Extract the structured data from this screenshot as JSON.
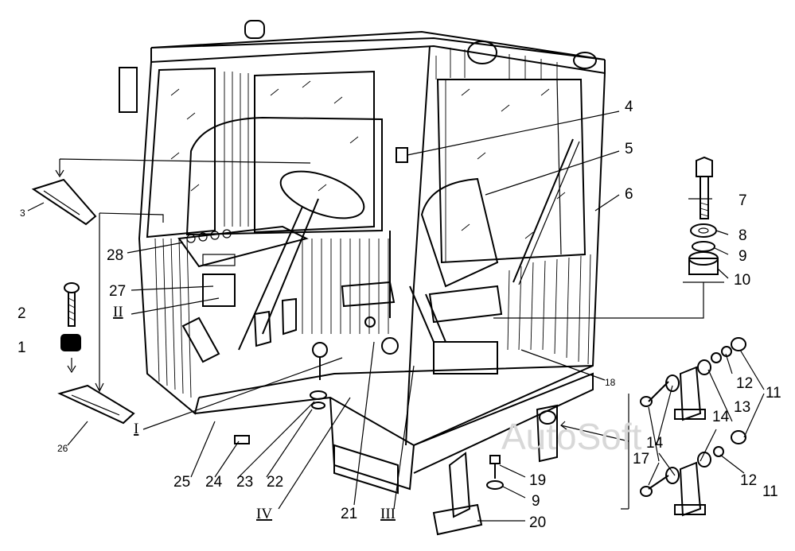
{
  "diagram": {
    "part_labels": [
      "1",
      "2",
      "3",
      "4",
      "5",
      "6",
      "7",
      "8",
      "9",
      "10",
      "11",
      "12",
      "13",
      "14",
      "17",
      "18",
      "19",
      "20",
      "21",
      "22",
      "23",
      "24",
      "25",
      "26",
      "27",
      "28"
    ],
    "label_11b": "11",
    "label_12b": "12",
    "label_14b": "14",
    "label_9b": "9",
    "roman_labels": [
      "I",
      "II",
      "III",
      "IV"
    ],
    "watermark": "AutoSoft"
  }
}
